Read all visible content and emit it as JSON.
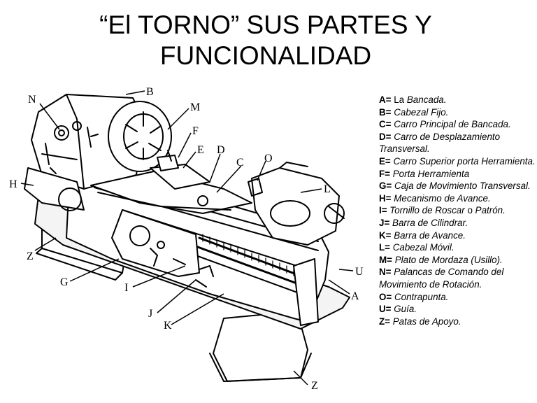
{
  "title": {
    "line1": "“El TORNO” SUS PARTES Y",
    "line2": "FUNCIONALIDAD"
  },
  "callout_letters": {
    "N": "N",
    "B": "B",
    "M": "M",
    "F": "F",
    "E": "E",
    "D": "D",
    "C": "C",
    "O": "O",
    "H": "H",
    "L": "L",
    "Z1": "Z",
    "U": "U",
    "G": "G",
    "I": "I",
    "A": "A",
    "J": "J",
    "K": "K",
    "Z2": "Z"
  },
  "legend": [
    {
      "key": "A=",
      "plain": "La",
      "desc": "Bancada."
    },
    {
      "key": "B=",
      "desc": "Cabezal Fijo."
    },
    {
      "key": "C=",
      "desc": "Carro Principal de Bancada."
    },
    {
      "key": "D=",
      "desc": "Carro de Desplazamiento Transversal."
    },
    {
      "key": "E=",
      "desc": "Carro Superior porta Herramienta."
    },
    {
      "key": "F=",
      "desc": "Porta Herramienta"
    },
    {
      "key": "G=",
      "desc": "Caja de Movimiento Transversal."
    },
    {
      "key": "H=",
      "desc": "Mecanismo de Avance."
    },
    {
      "key": "I=",
      "desc": "Tornillo de Roscar",
      "plain_after": "o",
      "desc2": "Patrón."
    },
    {
      "key": "J=",
      "desc": "Barra de Cilindrar."
    },
    {
      "key": "K=",
      "desc": "Barra de Avance."
    },
    {
      "key": "L=",
      "desc": "Cabezal Móvil."
    },
    {
      "key": "M=",
      "desc": "Plato de Mordaza (Usillo)."
    },
    {
      "key": "N=",
      "desc": "Palancas de Comando del Movimiento de Rotación."
    },
    {
      "key": "O=",
      "desc": "Contrapunta."
    },
    {
      "key": "U=",
      "desc": "Guía."
    },
    {
      "key": "Z=",
      "desc": "Patas de Apoyo."
    }
  ]
}
